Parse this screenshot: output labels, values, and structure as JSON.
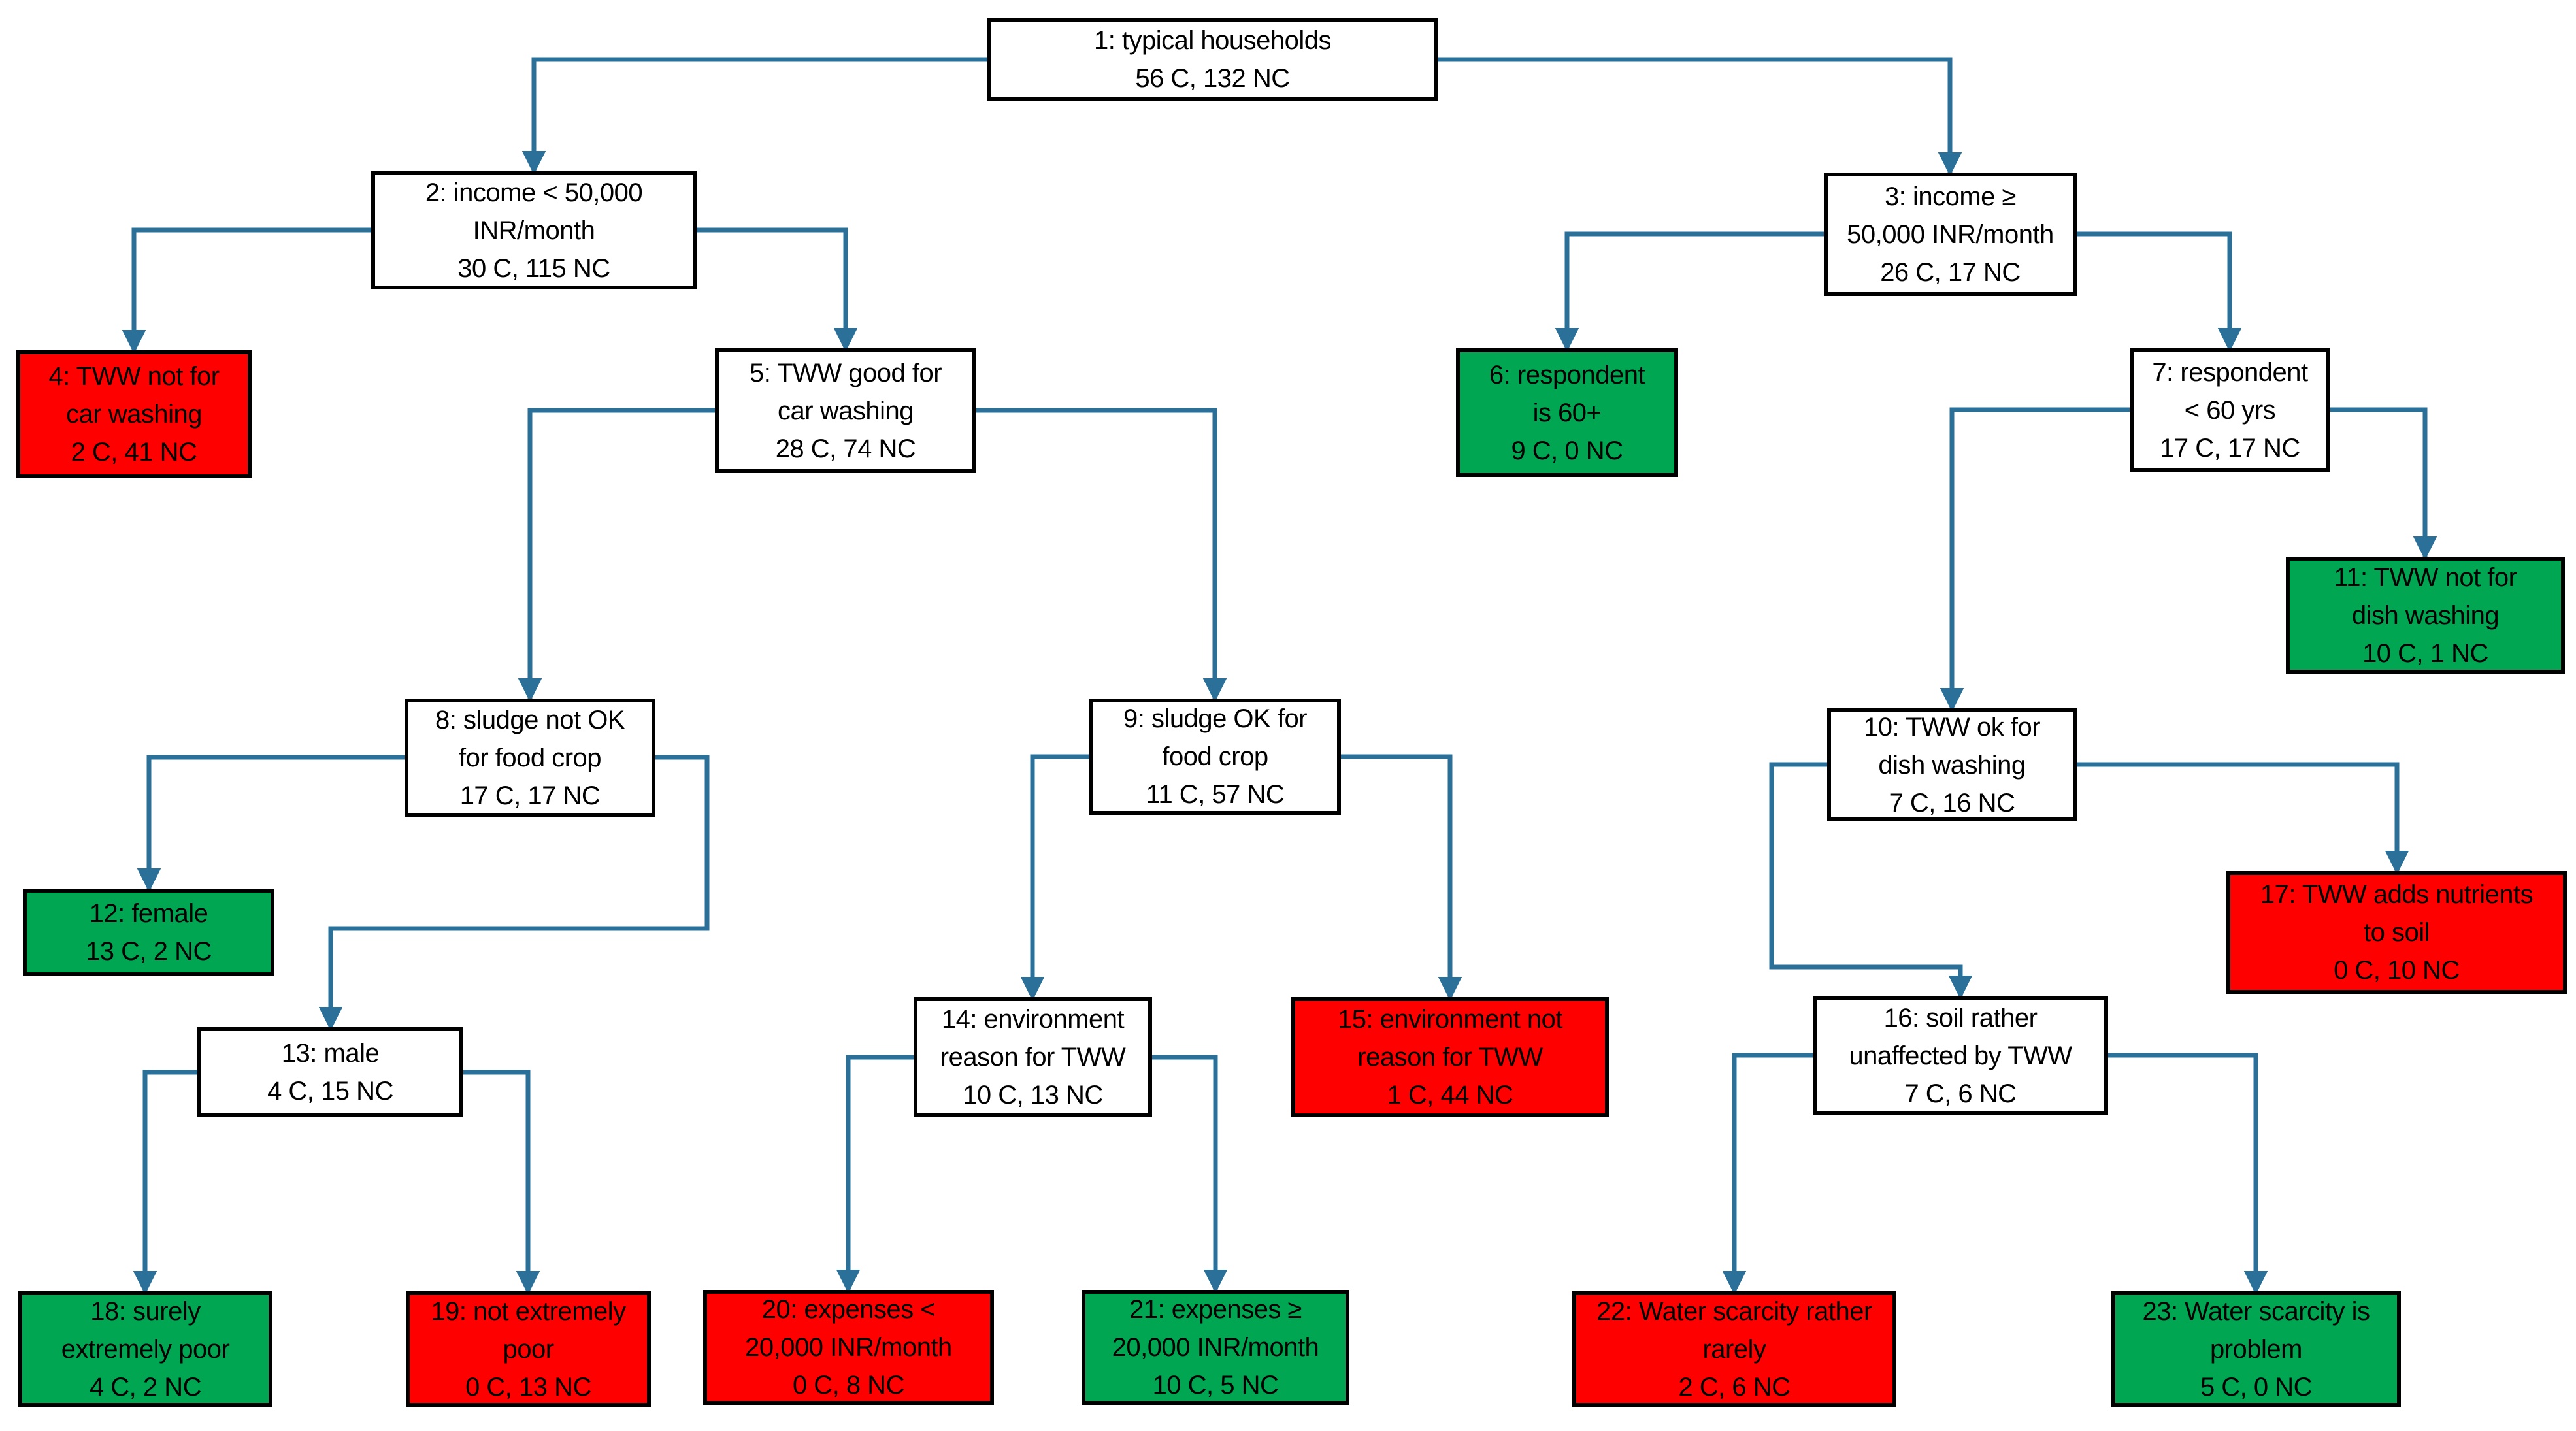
{
  "diagram": {
    "type": "decision-tree",
    "colors": {
      "connector": "#2A7099",
      "positive_leaf_green": "#00A651",
      "negative_leaf_red": "#FF0000",
      "node_background": "#FFFFFF",
      "node_border": "#000000",
      "text": "#000000"
    },
    "nodes": {
      "n1": {
        "id": 1,
        "label": "1: typical households\n56 C, 132 NC",
        "condition": "typical households",
        "c": 56,
        "nc": 132,
        "fill": "white"
      },
      "n2": {
        "id": 2,
        "label": "2: income < 50,000\nINR/month\n30 C, 115 NC",
        "condition": "income < 50,000 INR/month",
        "c": 30,
        "nc": 115,
        "fill": "white"
      },
      "n3": {
        "id": 3,
        "label": "3: income ≥\n50,000 INR/month\n26 C, 17 NC",
        "condition": "income ≥ 50,000 INR/month",
        "c": 26,
        "nc": 17,
        "fill": "white"
      },
      "n4": {
        "id": 4,
        "label": "4: TWW not for\ncar washing\n2 C, 41 NC",
        "condition": "TWW not for car washing",
        "c": 2,
        "nc": 41,
        "fill": "red"
      },
      "n5": {
        "id": 5,
        "label": "5: TWW good for\ncar washing\n28 C, 74 NC",
        "condition": "TWW good for car washing",
        "c": 28,
        "nc": 74,
        "fill": "white"
      },
      "n6": {
        "id": 6,
        "label": "6: respondent\nis 60+\n9 C, 0 NC",
        "condition": "respondent is 60+",
        "c": 9,
        "nc": 0,
        "fill": "green"
      },
      "n7": {
        "id": 7,
        "label": "7: respondent\n< 60 yrs\n17 C, 17 NC",
        "condition": "respondent < 60 yrs",
        "c": 17,
        "nc": 17,
        "fill": "white"
      },
      "n8": {
        "id": 8,
        "label": "8: sludge not OK\nfor food crop\n17 C, 17 NC",
        "condition": "sludge not OK for food crop",
        "c": 17,
        "nc": 17,
        "fill": "white"
      },
      "n9": {
        "id": 9,
        "label": "9: sludge OK for\nfood crop\n11 C, 57 NC",
        "condition": "sludge OK for food crop",
        "c": 11,
        "nc": 57,
        "fill": "white"
      },
      "n10": {
        "id": 10,
        "label": "10: TWW ok for\ndish washing\n7 C, 16 NC",
        "condition": "TWW ok for dish washing",
        "c": 7,
        "nc": 16,
        "fill": "white"
      },
      "n11": {
        "id": 11,
        "label": "11: TWW not for\ndish washing\n10 C, 1 NC",
        "condition": "TWW not for dish washing",
        "c": 10,
        "nc": 1,
        "fill": "green"
      },
      "n12": {
        "id": 12,
        "label": "12: female\n13 C, 2 NC",
        "condition": "female",
        "c": 13,
        "nc": 2,
        "fill": "green"
      },
      "n13": {
        "id": 13,
        "label": "13: male\n4 C, 15 NC",
        "condition": "male",
        "c": 4,
        "nc": 15,
        "fill": "white"
      },
      "n14": {
        "id": 14,
        "label": "14: environment\nreason for TWW\n10 C, 13 NC",
        "condition": "environment reason for TWW",
        "c": 10,
        "nc": 13,
        "fill": "white"
      },
      "n15": {
        "id": 15,
        "label": "15: environment not\nreason for TWW\n1 C, 44 NC",
        "condition": "environment not reason for TWW",
        "c": 1,
        "nc": 44,
        "fill": "red"
      },
      "n16": {
        "id": 16,
        "label": "16: soil rather\nunaffected by TWW\n7 C, 6 NC",
        "condition": "soil rather unaffected by TWW",
        "c": 7,
        "nc": 6,
        "fill": "white"
      },
      "n17": {
        "id": 17,
        "label": "17: TWW adds nutrients\nto soil\n0 C, 10 NC",
        "condition": "TWW adds nutrients to soil",
        "c": 0,
        "nc": 10,
        "fill": "red"
      },
      "n18": {
        "id": 18,
        "label": "18: surely\nextremely poor\n4 C, 2 NC",
        "condition": "surely extremely poor",
        "c": 4,
        "nc": 2,
        "fill": "green"
      },
      "n19": {
        "id": 19,
        "label": "19: not extremely\npoor\n0 C, 13 NC",
        "condition": "not extremely poor",
        "c": 0,
        "nc": 13,
        "fill": "red"
      },
      "n20": {
        "id": 20,
        "label": "20: expenses <\n20,000 INR/month\n0 C, 8 NC",
        "condition": "expenses < 20,000 INR/month",
        "c": 0,
        "nc": 8,
        "fill": "red"
      },
      "n21": {
        "id": 21,
        "label": "21: expenses ≥\n20,000 INR/month\n10 C, 5 NC",
        "condition": "expenses ≥ 20,000 INR/month",
        "c": 10,
        "nc": 5,
        "fill": "green"
      },
      "n22": {
        "id": 22,
        "label": "22: Water scarcity rather\nrarely\n2 C, 6 NC",
        "condition": "Water scarcity rather rarely",
        "c": 2,
        "nc": 6,
        "fill": "red"
      },
      "n23": {
        "id": 23,
        "label": "23: Water scarcity is\nproblem\n5 C, 0 NC",
        "condition": "Water scarcity is problem",
        "c": 5,
        "nc": 0,
        "fill": "green"
      }
    },
    "edges": [
      {
        "from": 1,
        "to": 2
      },
      {
        "from": 1,
        "to": 3
      },
      {
        "from": 2,
        "to": 4
      },
      {
        "from": 2,
        "to": 5
      },
      {
        "from": 3,
        "to": 6
      },
      {
        "from": 3,
        "to": 7
      },
      {
        "from": 5,
        "to": 8
      },
      {
        "from": 5,
        "to": 9
      },
      {
        "from": 7,
        "to": 10
      },
      {
        "from": 7,
        "to": 11
      },
      {
        "from": 8,
        "to": 12
      },
      {
        "from": 8,
        "to": 13
      },
      {
        "from": 9,
        "to": 14
      },
      {
        "from": 9,
        "to": 15
      },
      {
        "from": 10,
        "to": 16
      },
      {
        "from": 10,
        "to": 17
      },
      {
        "from": 13,
        "to": 18
      },
      {
        "from": 13,
        "to": 19
      },
      {
        "from": 14,
        "to": 20
      },
      {
        "from": 14,
        "to": 21
      },
      {
        "from": 16,
        "to": 22
      },
      {
        "from": 16,
        "to": 23
      }
    ]
  }
}
